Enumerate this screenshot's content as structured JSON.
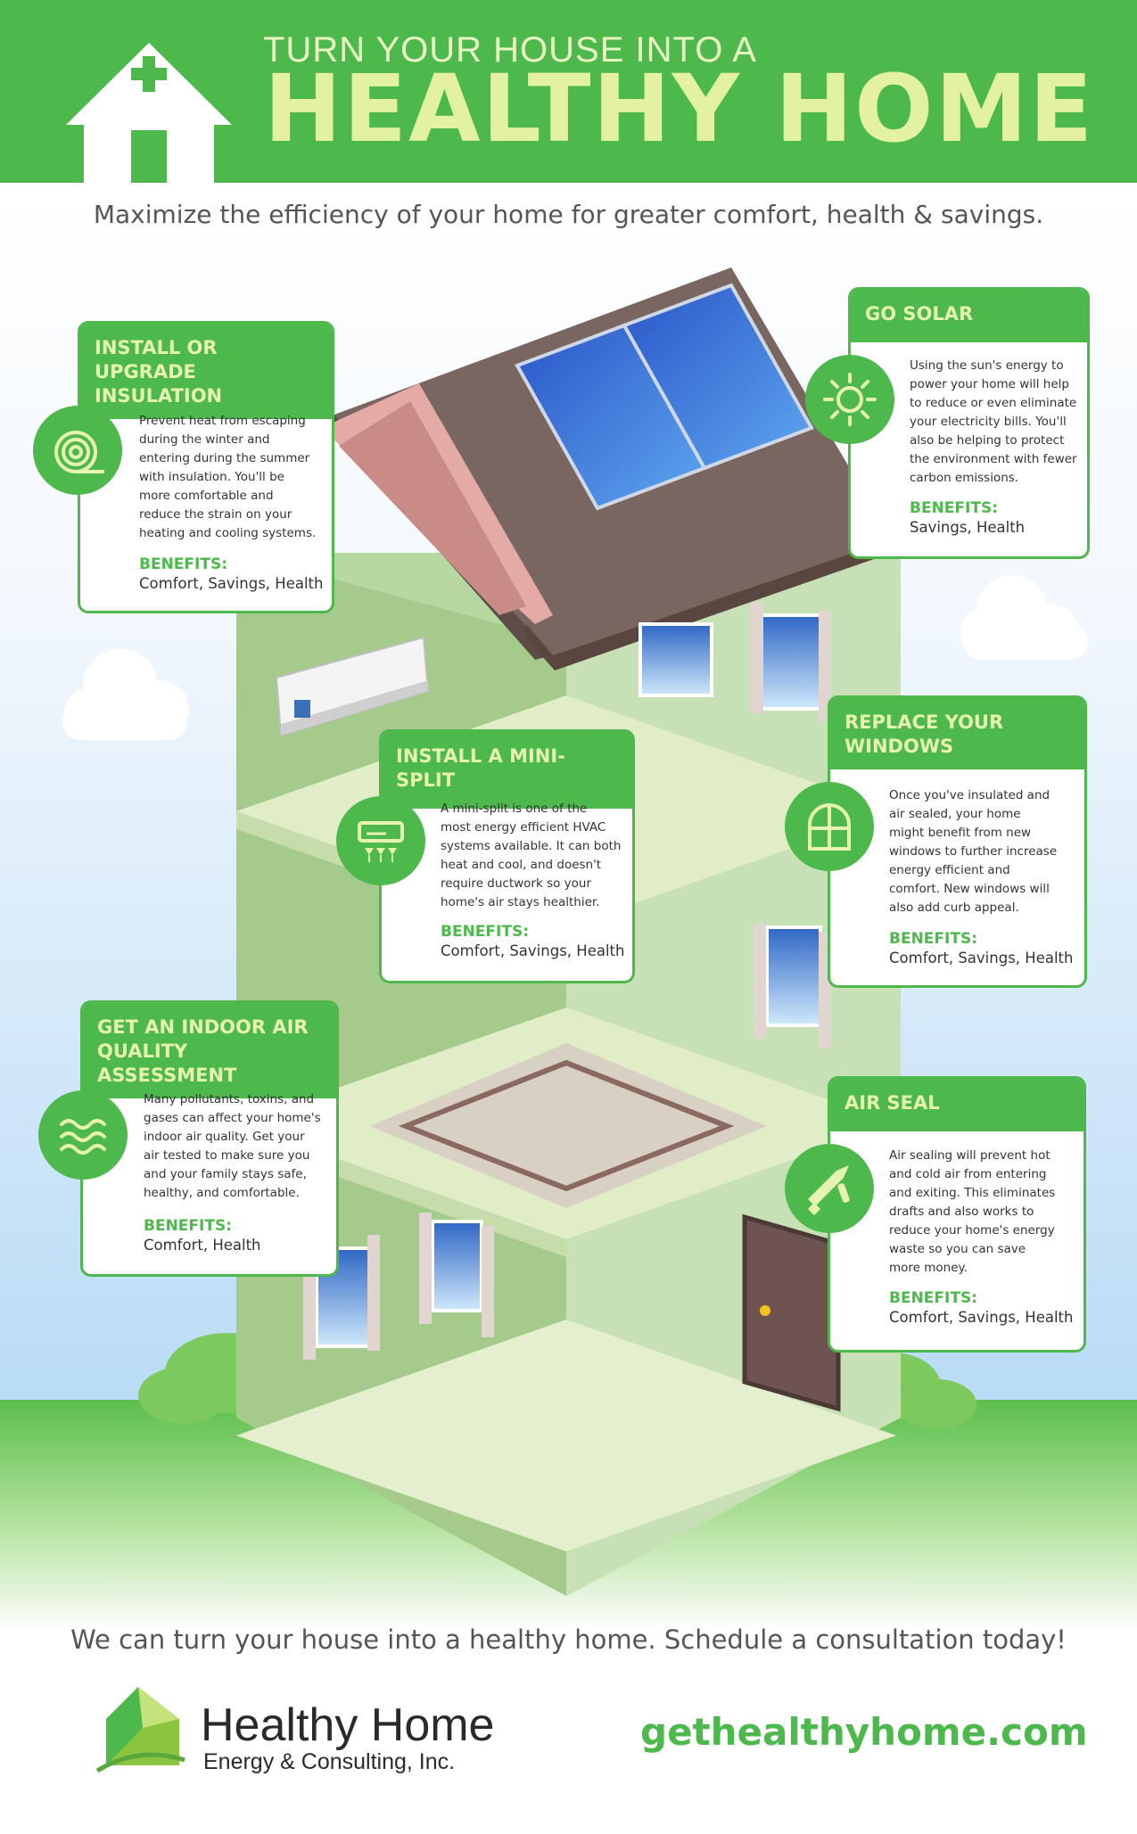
{
  "header": {
    "supertitle": "TURN YOUR HOUSE INTO A",
    "title": "HEALTHY HOME"
  },
  "subtitle": "Maximize the efficiency of your home for greater comfort, health & savings.",
  "cards": {
    "insulation": {
      "title_line1": "INSTALL OR UPGRADE",
      "title_line2": "INSULATION",
      "body": [
        "Prevent heat from escaping",
        "during the winter and",
        "entering during the summer",
        "with insulation. You'll be",
        "more comfortable and",
        "reduce the strain on your",
        "heating and cooling systems."
      ],
      "benefits_label": "BENEFITS:",
      "benefits": "Comfort, Savings, Health"
    },
    "solar": {
      "title_line1": "GO SOLAR",
      "body": [
        "Using the sun's energy to",
        "power your home will help",
        "to reduce or even eliminate",
        "your electricity bills. You'll",
        "also be helping to protect",
        "the environment with fewer",
        "carbon emissions."
      ],
      "benefits_label": "BENEFITS:",
      "benefits": "Savings, Health"
    },
    "minisplit": {
      "title_line1": "INSTALL A MINI-SPLIT",
      "body": [
        "A mini-split is one of the",
        "most energy efficient HVAC",
        "systems available. It can both",
        "heat and cool, and doesn't",
        "require ductwork so your",
        "home's air stays healthier."
      ],
      "benefits_label": "BENEFITS:",
      "benefits": "Comfort, Savings, Health"
    },
    "windows": {
      "title_line1": "REPLACE YOUR",
      "title_line2": "WINDOWS",
      "body": [
        "Once you've insulated and",
        "air sealed, your home",
        "might benefit from new",
        "windows to further increase",
        "energy efficient and",
        "comfort. New windows will",
        "also add curb appeal."
      ],
      "benefits_label": "BENEFITS:",
      "benefits": "Comfort, Savings, Health"
    },
    "airquality": {
      "title_line1": "GET AN INDOOR AIR",
      "title_line2": "QUALITY ASSESSMENT",
      "body": [
        "Many pollutants, toxins, and",
        "gases can affect your home's",
        "indoor air quality. Get your",
        "air tested to make sure you",
        "and your family stays safe,",
        "healthy, and comfortable."
      ],
      "benefits_label": "BENEFITS:",
      "benefits": "Comfort, Health"
    },
    "airseal": {
      "title_line1": "AIR SEAL",
      "body": [
        "Air sealing will prevent hot",
        "and cold air from entering",
        "and exiting. This eliminates",
        "drafts and also works to",
        "reduce your home's energy",
        "waste so you can save",
        "more money."
      ],
      "benefits_label": "BENEFITS:",
      "benefits": "Comfort, Savings, Health"
    }
  },
  "icons": [
    "house-plus-icon",
    "insulation-roll-icon",
    "sun-icon",
    "mini-split-icon",
    "window-icon",
    "air-waves-icon",
    "caulk-gun-icon",
    "leaf-house-logo-icon"
  ],
  "cta": "We can turn your house into a healthy home. Schedule a consultation today!",
  "footer": {
    "company_name": "Healthy Home",
    "company_sub": "Energy & Consulting, Inc.",
    "website": "gethealthyhome.com"
  },
  "colors": {
    "brand_green": "#4db84c",
    "title_yellow": "#e3f1a3",
    "sky": "#c9e3f7",
    "house_wall": "#a9cf90",
    "roof": "#7a6660"
  }
}
